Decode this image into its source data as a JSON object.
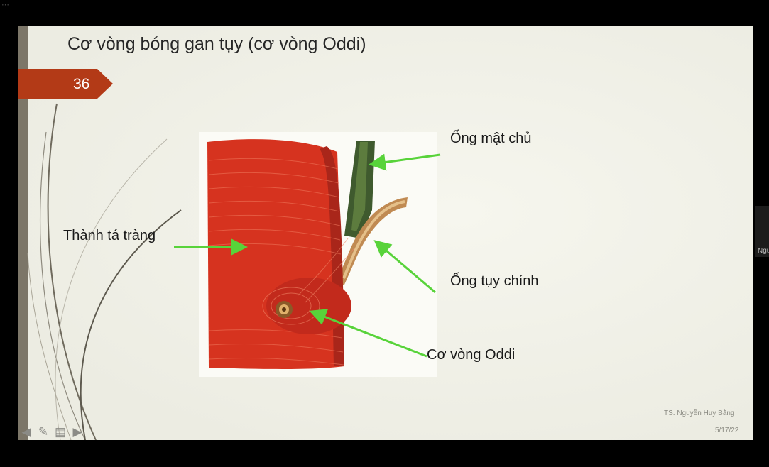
{
  "window": {
    "corner_glyph": "⋯",
    "side_tab_text": "Ngu"
  },
  "slide": {
    "title": "Cơ vòng bóng gan tụy (cơ vòng Oddi)",
    "number": "36",
    "labels": {
      "common_bile_duct": "Ống mật chủ",
      "duodenal_wall": "Thành tá tràng",
      "main_pancreatic_duct": "Ống tụy chính",
      "sphincter_of_oddi": "Cơ vòng Oddi"
    },
    "footer": {
      "author": "TS. Nguyễn Huy Bằng",
      "date": "5/17/22"
    },
    "accent_color": "#b33a17",
    "arrow_color": "#58d33a"
  },
  "nav": [
    "prev-icon",
    "pen-icon",
    "menu-icon",
    "next-icon"
  ]
}
